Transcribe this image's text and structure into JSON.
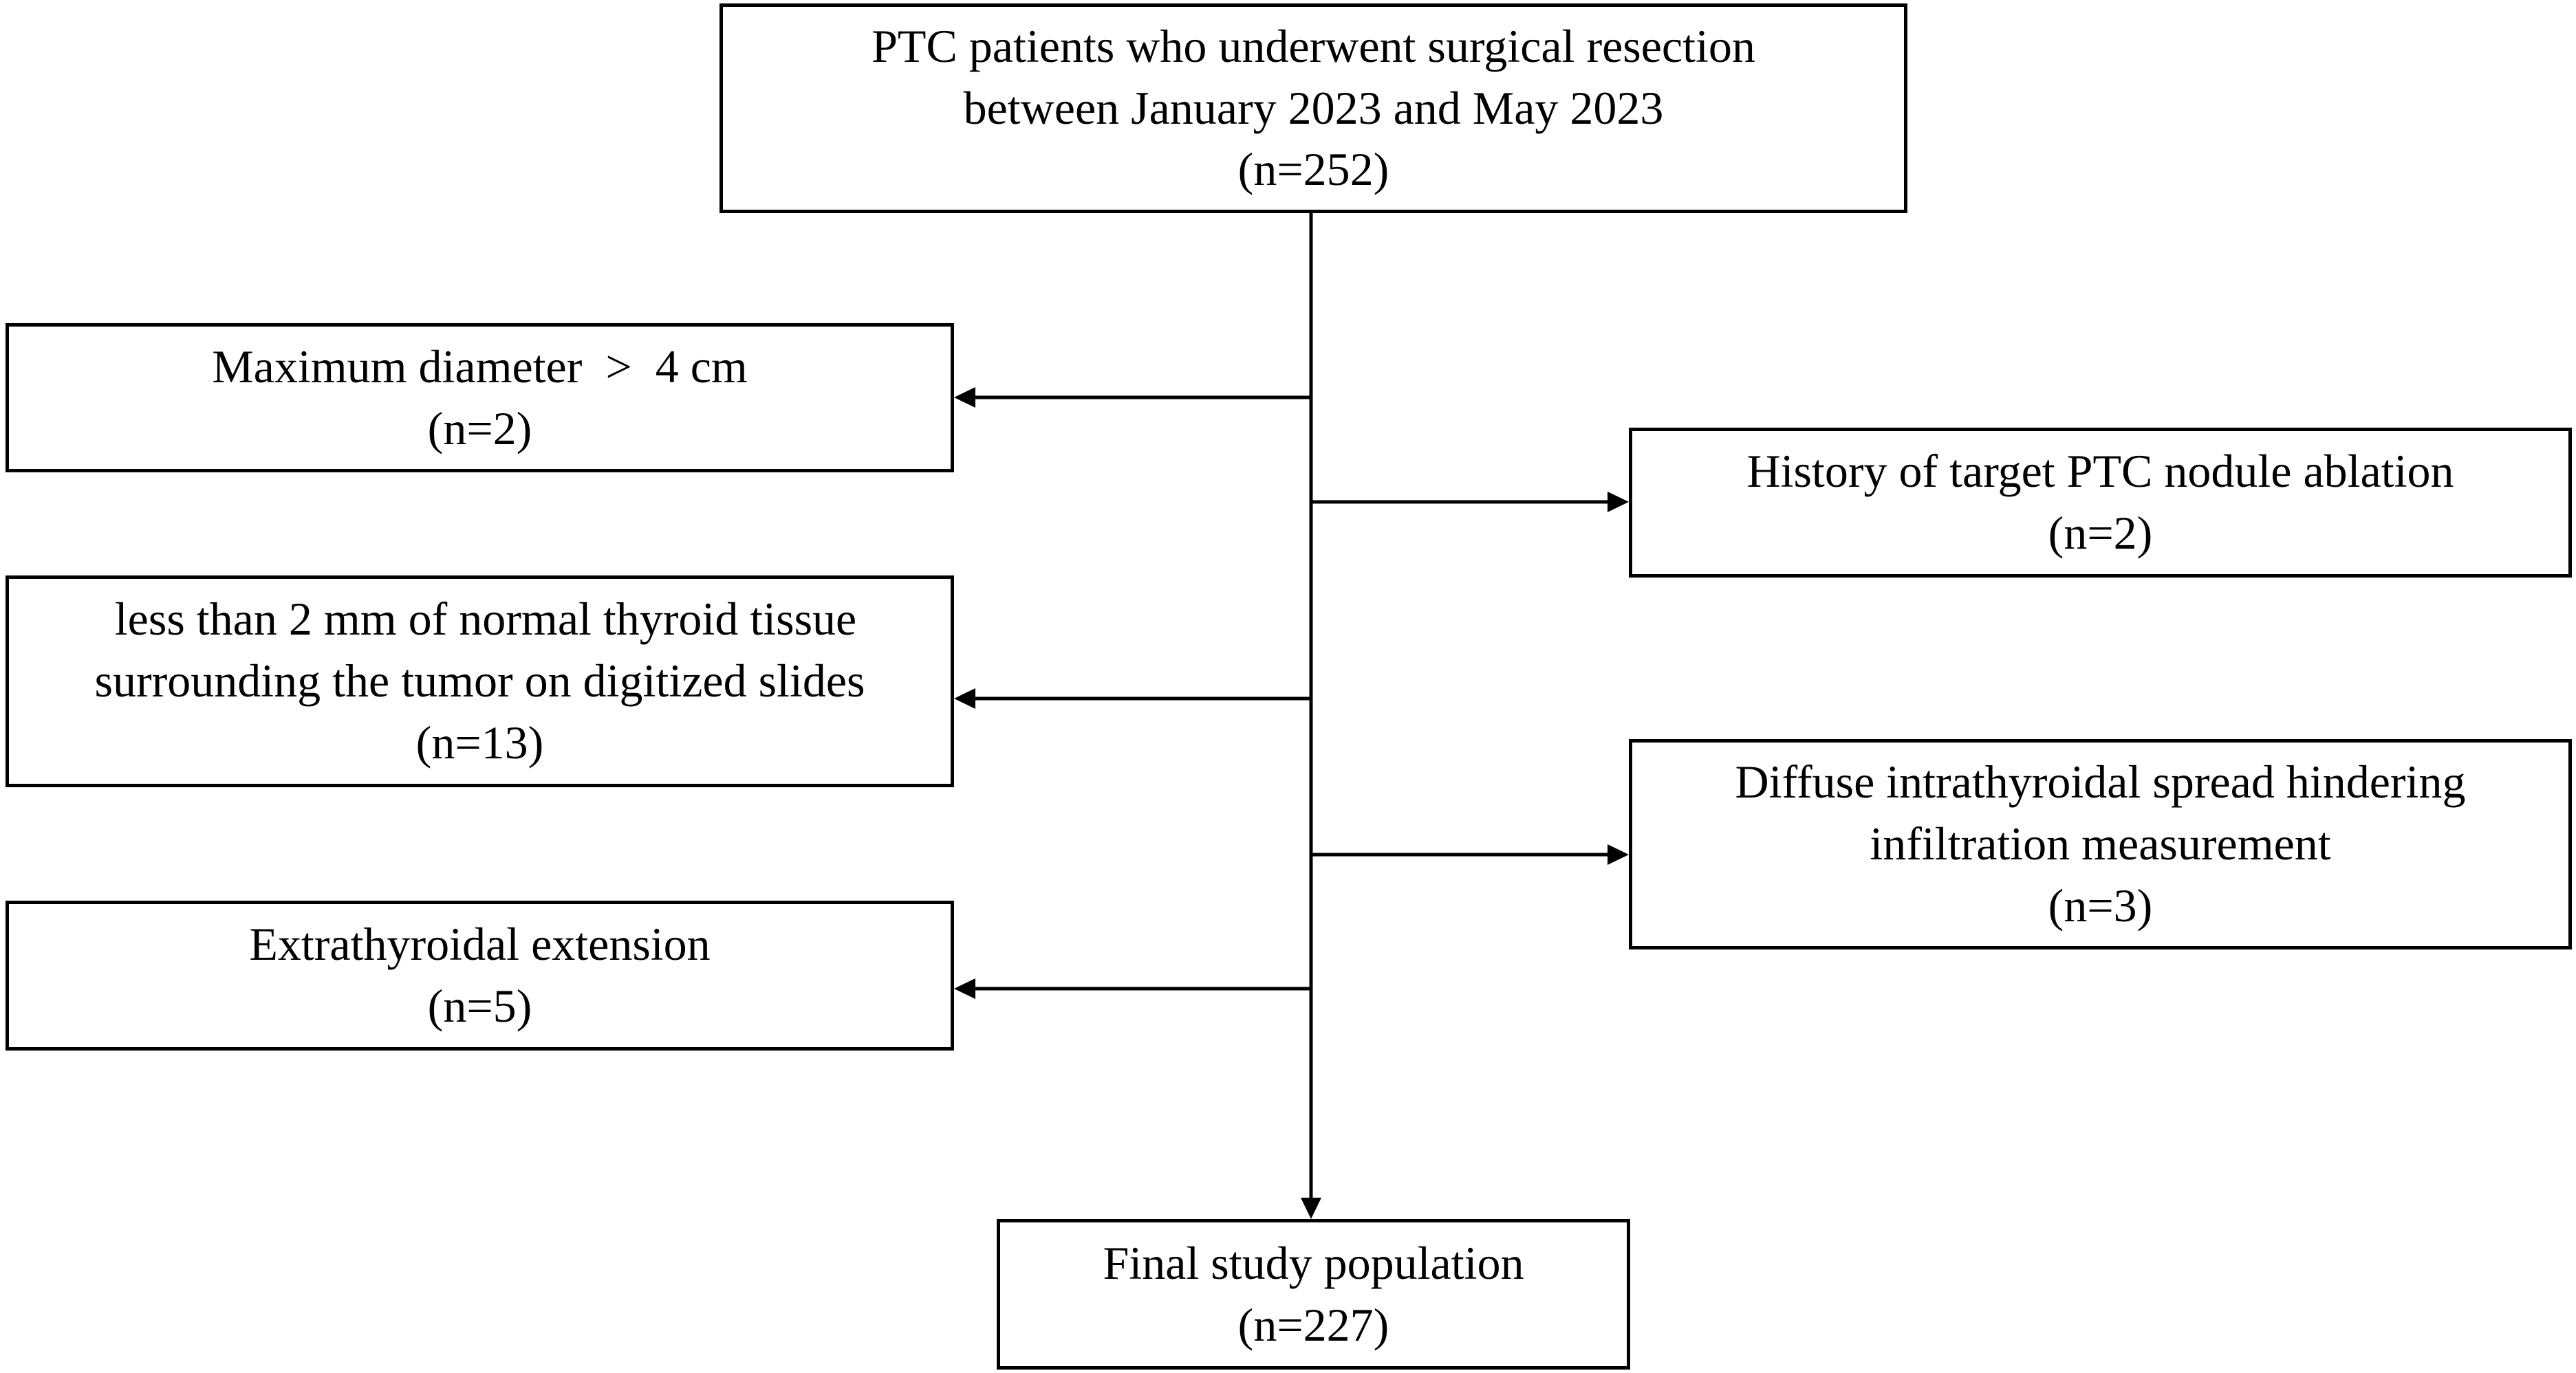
{
  "flowchart": {
    "start": {
      "lines": [
        "PTC patients who underwent surgical resection",
        "between January 2023 and May 2023",
        "(n=252)"
      ]
    },
    "exclusions_left": [
      {
        "lines": [
          "Maximum diameter  >  4 cm",
          "(n=2)"
        ]
      },
      {
        "lines": [
          " less than 2 mm of normal thyroid tissue",
          "surrounding the tumor on digitized slides",
          "(n=13)"
        ]
      },
      {
        "lines": [
          "Extrathyroidal extension",
          "(n=5)"
        ]
      }
    ],
    "exclusions_right": [
      {
        "lines": [
          "History of target PTC nodule ablation",
          "(n=2)"
        ]
      },
      {
        "lines": [
          "Diffuse intrathyroidal spread hindering",
          "infiltration measurement",
          "(n=3)"
        ]
      }
    ],
    "final": {
      "lines": [
        "Final study population",
        "(n=227)"
      ]
    }
  },
  "colors": {
    "line": "#000000",
    "box_border": "#000000",
    "background": "#ffffff"
  }
}
